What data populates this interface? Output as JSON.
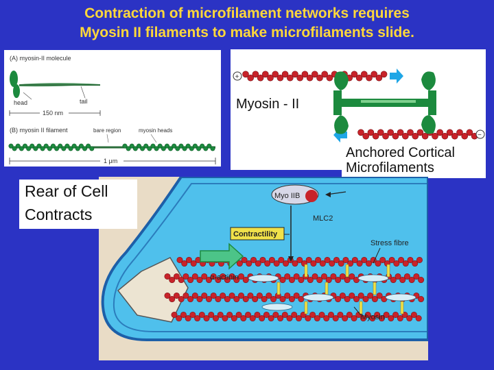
{
  "title": {
    "line1": "Contraction of microfilament networks requires",
    "line2": "Myosin II filaments to make microfilaments slide."
  },
  "panel_a": {
    "label_a": "(A) myosin-II molecule",
    "head": "head",
    "tail": "tail",
    "length_a": "150 nm",
    "label_b": "(B) myosin II filament",
    "bare_region": "bare region",
    "myosin_heads": "myosin heads",
    "length_b": "1 μm"
  },
  "panel_b": {
    "myosin_label": "Myosin - II",
    "anchored_line1": "Anchored Cortical",
    "anchored_line2": "Microfilaments",
    "plus": "+",
    "minus": "−"
  },
  "panel_c": {
    "rear_line1": "Rear of Cell",
    "rear_line2": "Contracts",
    "myo_iib": "Myo IIB",
    "mlc2": "MLC2",
    "contractility": "Contractility",
    "stress_fibre": "Stress fibre",
    "alpha_actinin": "α-actinin",
    "myosin": "Myosin"
  },
  "colors": {
    "background": "#2b33c4",
    "title": "#ffd83a",
    "actin_red": "#c8232a",
    "myosin_green": "#1c8a3e",
    "cell_blue": "#4fc0ec",
    "cell_border": "#1d5fa8",
    "arrow_blue": "#1ea6e6",
    "contractility_fill": "#f0e14a"
  }
}
